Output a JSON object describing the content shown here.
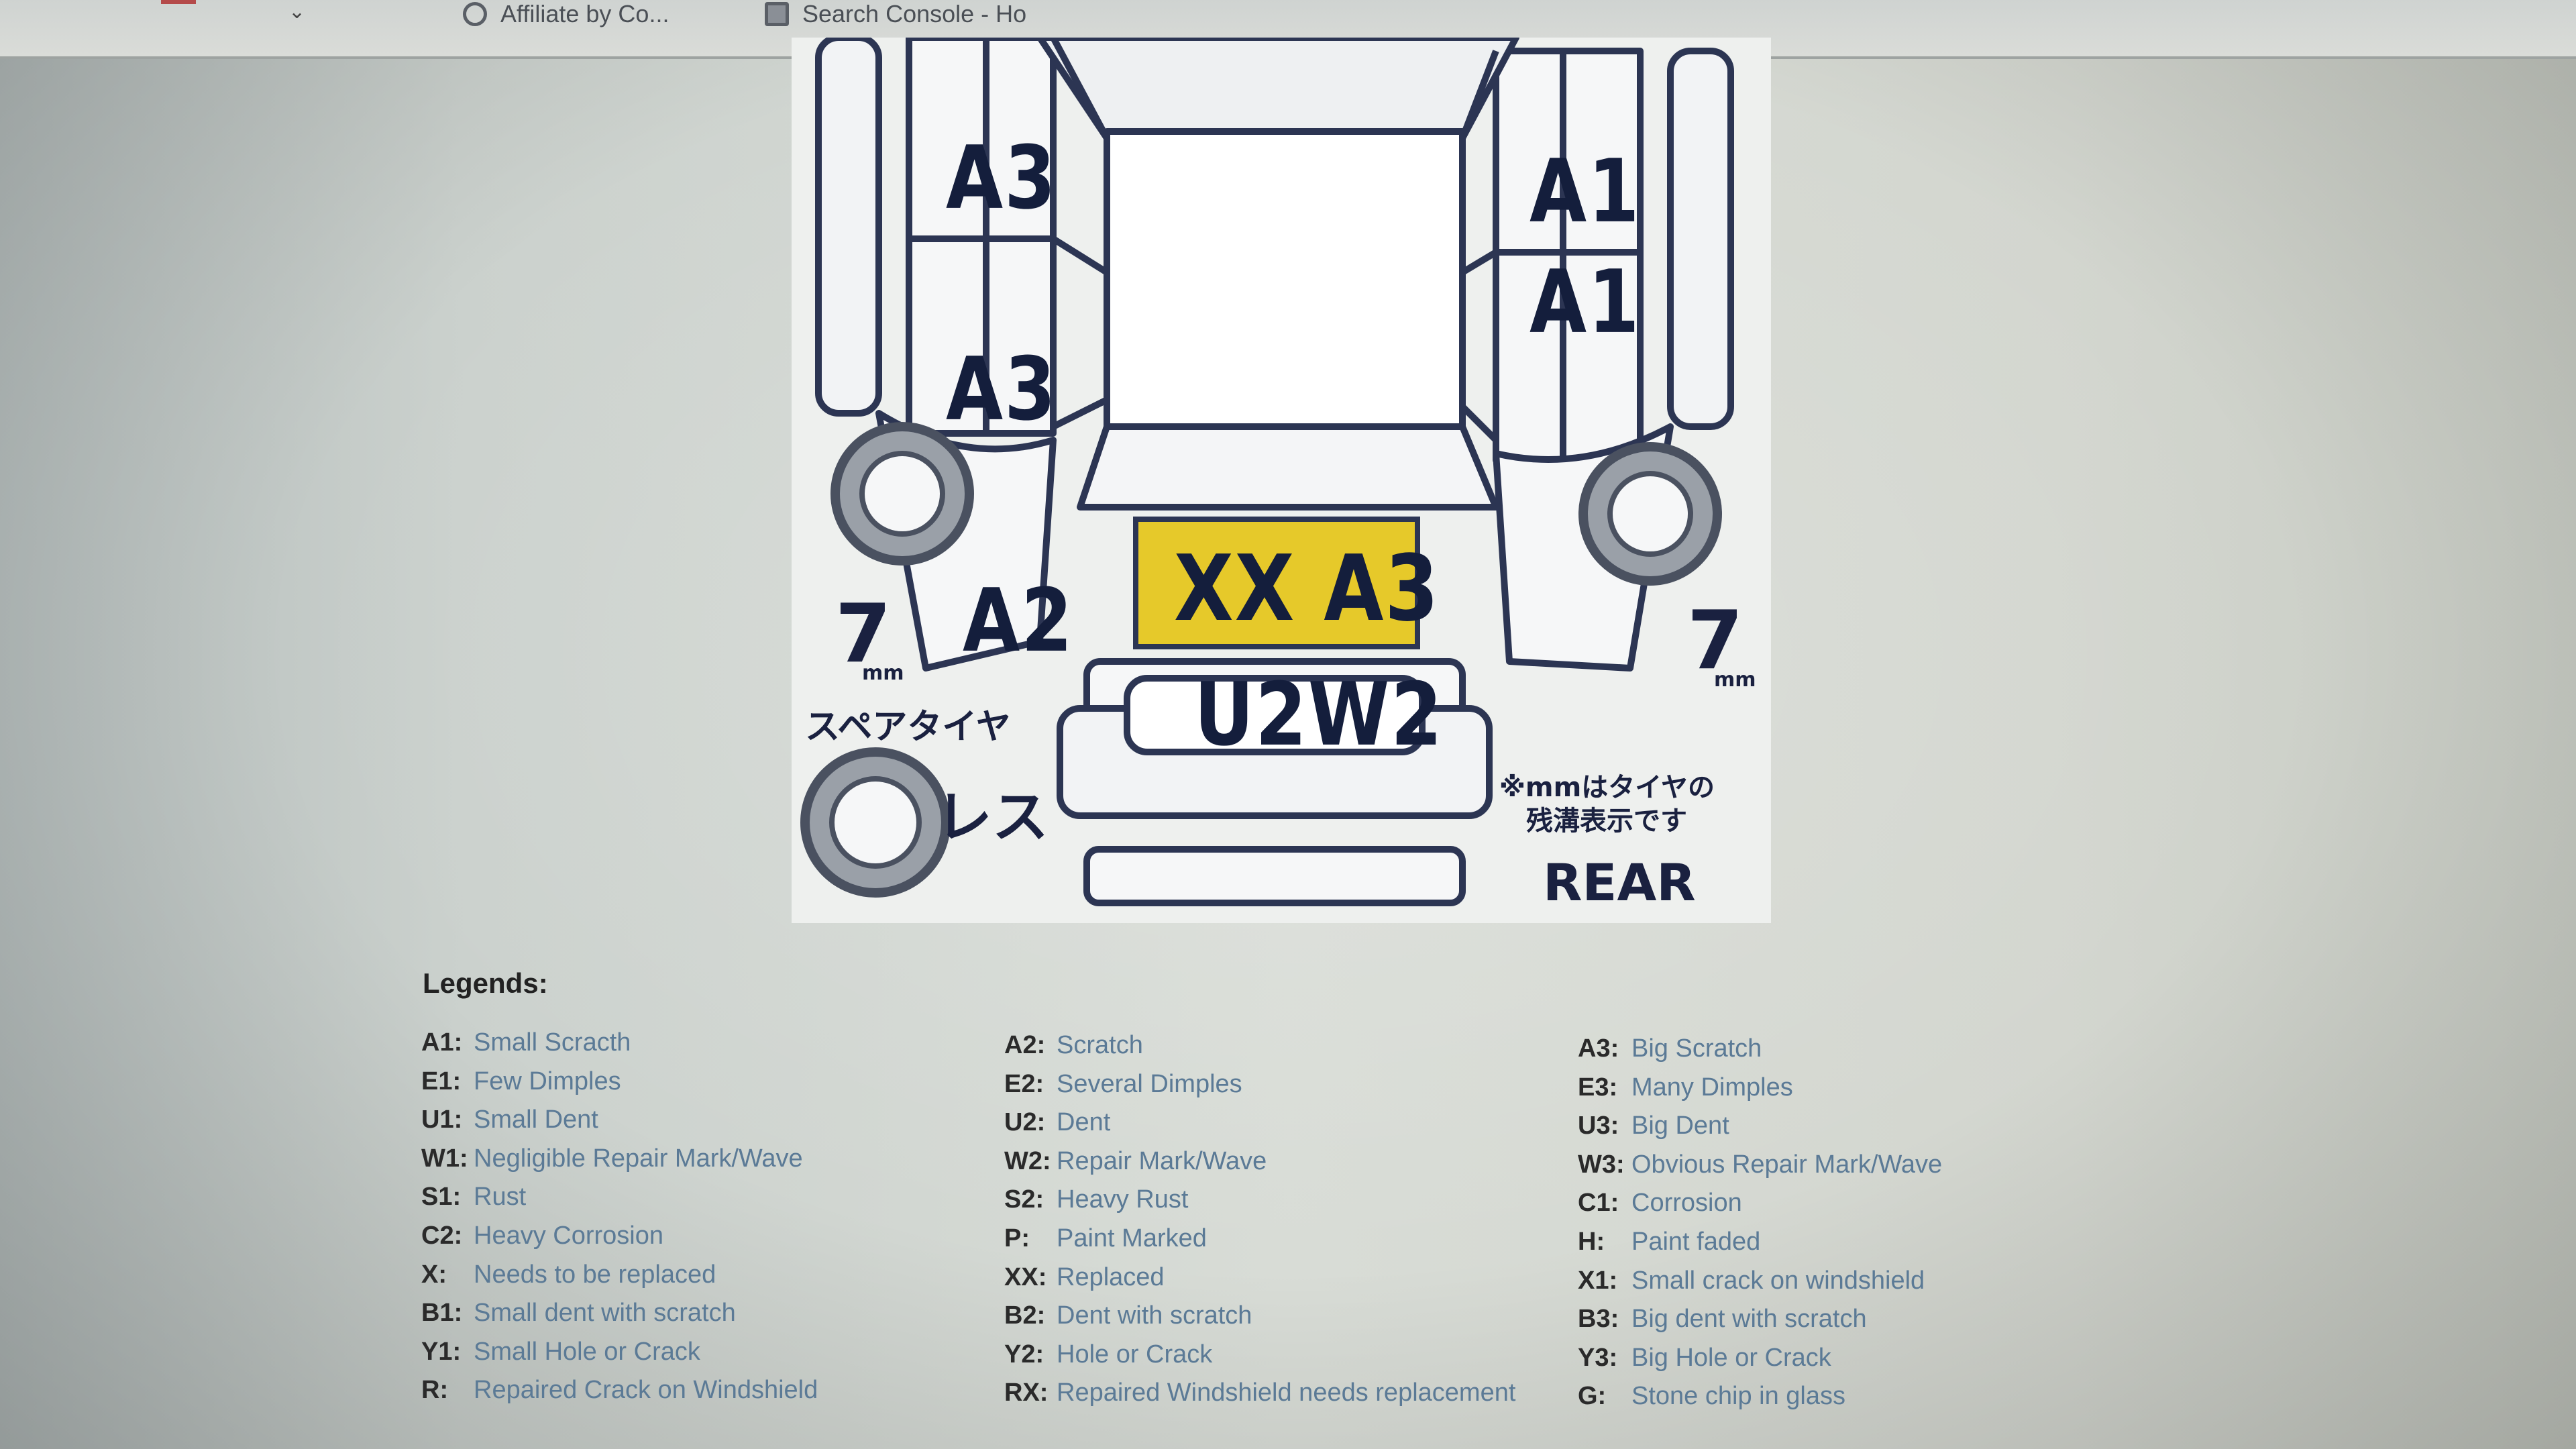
{
  "browser": {
    "tabs": [
      {
        "label": "Affiliate by Co...",
        "icon": "globe-icon"
      },
      {
        "label": "Search Console - Ho",
        "icon": "search-console-icon"
      }
    ]
  },
  "inspection_sheet": {
    "codes": {
      "left_front": "A3",
      "left_rear": "A3",
      "right_front": "A1",
      "right_rear": "A1",
      "left_lower": "A2",
      "trunk": "XX A3",
      "bumper": "U2W2"
    },
    "tread_left": "7",
    "tread_right": "7",
    "tread_unit": "mm",
    "spare_text": "スペアタイヤ",
    "spare_status": "レス",
    "tire_note_line1": "※mmはタイヤの",
    "tire_note_line2": "残溝表示です",
    "rear_label": "REAR",
    "colors": {
      "highlight": "#e6c92a",
      "code_text": "#141e3c",
      "outline": "#2c3553"
    }
  },
  "legend": {
    "title": "Legends:",
    "columns": [
      [
        {
          "code": "A1:",
          "desc": "Small Scracth"
        },
        {
          "code": "E1:",
          "desc": "Few Dimples"
        },
        {
          "code": "U1:",
          "desc": "Small Dent"
        },
        {
          "code": "W1:",
          "desc": "Negligible Repair Mark/Wave"
        },
        {
          "code": "S1:",
          "desc": "Rust"
        },
        {
          "code": "C2:",
          "desc": "Heavy Corrosion"
        },
        {
          "code": "X:",
          "desc": "Needs to be replaced"
        },
        {
          "code": "B1:",
          "desc": "Small dent with scratch"
        },
        {
          "code": "Y1:",
          "desc": "Small Hole or Crack"
        },
        {
          "code": "R:",
          "desc": "Repaired Crack on Windshield"
        }
      ],
      [
        {
          "code": "A2:",
          "desc": "Scratch"
        },
        {
          "code": "E2:",
          "desc": "Several Dimples"
        },
        {
          "code": "U2:",
          "desc": "Dent"
        },
        {
          "code": "W2:",
          "desc": "Repair Mark/Wave"
        },
        {
          "code": "S2:",
          "desc": "Heavy Rust"
        },
        {
          "code": "P:",
          "desc": "Paint Marked"
        },
        {
          "code": "XX:",
          "desc": "Replaced"
        },
        {
          "code": "B2:",
          "desc": "Dent with scratch"
        },
        {
          "code": "Y2:",
          "desc": "Hole or Crack"
        },
        {
          "code": "RX:",
          "desc": "Repaired Windshield needs replacement"
        }
      ],
      [
        {
          "code": "A3:",
          "desc": "Big Scratch"
        },
        {
          "code": "E3:",
          "desc": "Many Dimples"
        },
        {
          "code": "U3:",
          "desc": "Big Dent"
        },
        {
          "code": "W3:",
          "desc": "Obvious Repair Mark/Wave"
        },
        {
          "code": "C1:",
          "desc": "Corrosion"
        },
        {
          "code": "H:",
          "desc": "Paint faded"
        },
        {
          "code": "X1:",
          "desc": "Small crack on windshield"
        },
        {
          "code": "B3:",
          "desc": "Big dent with scratch"
        },
        {
          "code": "Y3:",
          "desc": "Big Hole or Crack"
        },
        {
          "code": "G:",
          "desc": "Stone chip in glass"
        }
      ]
    ]
  }
}
